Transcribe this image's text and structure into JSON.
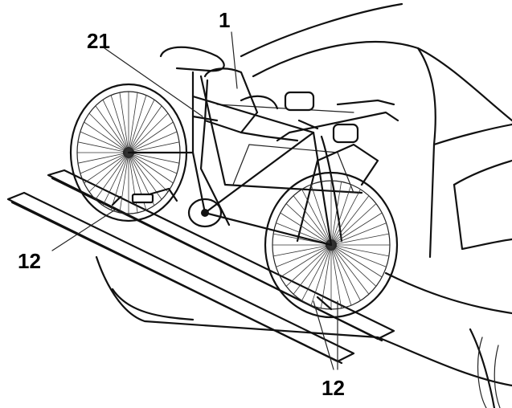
{
  "callouts": {
    "c1": "1",
    "c21": "21",
    "c12_left": "12",
    "c12_bottom": "12"
  },
  "colors": {
    "ink": "#111111",
    "paper": "#ffffff"
  }
}
